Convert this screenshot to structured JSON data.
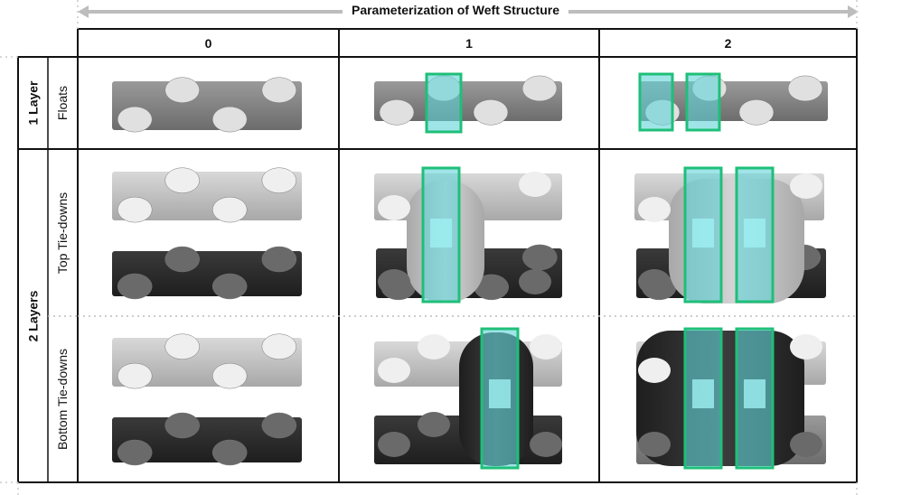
{
  "header": {
    "title": "Parameterization of Weft Structure"
  },
  "columns": [
    "0",
    "1",
    "2"
  ],
  "groups": [
    {
      "label": "1 Layer",
      "rows": [
        "Floats"
      ]
    },
    {
      "label": "2 Layers",
      "rows": [
        "Top Tie-downs",
        "Bottom Tie-downs"
      ]
    }
  ],
  "colors": {
    "highlight_stroke": "#1fbf79",
    "highlight_fill": "#5fd3d8",
    "light_weft": "#bdbdbd",
    "mid_weft": "#8a8a8a",
    "dark_weft": "#2a2a2a",
    "grid": "#111111",
    "dotted": "#bbbbbb"
  }
}
